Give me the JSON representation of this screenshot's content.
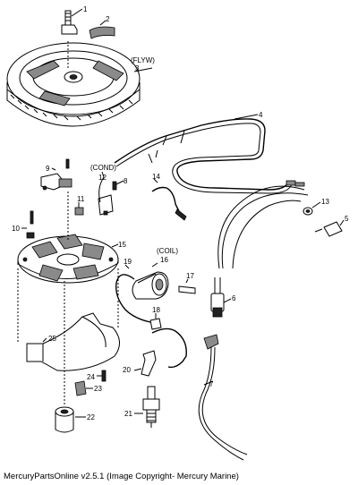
{
  "labels": {
    "p1": "1",
    "p2": "2",
    "p3": "3",
    "flyw": "(FLYW)",
    "p4": "4",
    "p5": "5",
    "p6": "6",
    "p7": "7",
    "p8": "8",
    "p9": "9",
    "p10": "10",
    "p11": "11",
    "p12": "12",
    "cond": "(COND)",
    "p13": "13",
    "p14": "14",
    "p15": "15",
    "p16": "16",
    "coil": "(COIL)",
    "p17": "17",
    "p18": "18",
    "p19": "19",
    "p20": "20",
    "p21": "21",
    "p22": "22",
    "p23": "23",
    "p24": "24",
    "p25": "25"
  },
  "footer": {
    "copyright": "MercuryPartsOnline v2.5.1 (Image Copyright- Mercury Marine)"
  }
}
